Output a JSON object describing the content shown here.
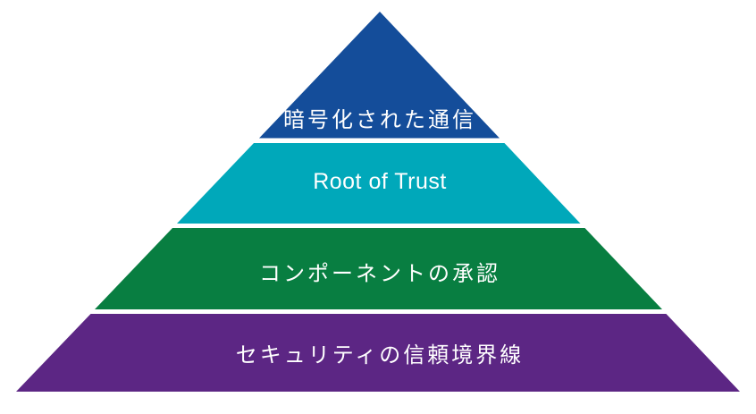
{
  "diagram": {
    "type": "pyramid",
    "title": "",
    "background_color": "#ffffff",
    "text_color": "#ffffff",
    "layers": [
      {
        "position": "top",
        "label": "暗号化された通信",
        "color": "#144d9a"
      },
      {
        "position": "upper-middle",
        "label": "Root of Trust",
        "color": "#00a8ba"
      },
      {
        "position": "lower-middle",
        "label": "コンポーネントの承認",
        "color": "#087e41"
      },
      {
        "position": "bottom",
        "label": "セキュリティの信頼境界線",
        "color": "#5c2684"
      }
    ]
  }
}
